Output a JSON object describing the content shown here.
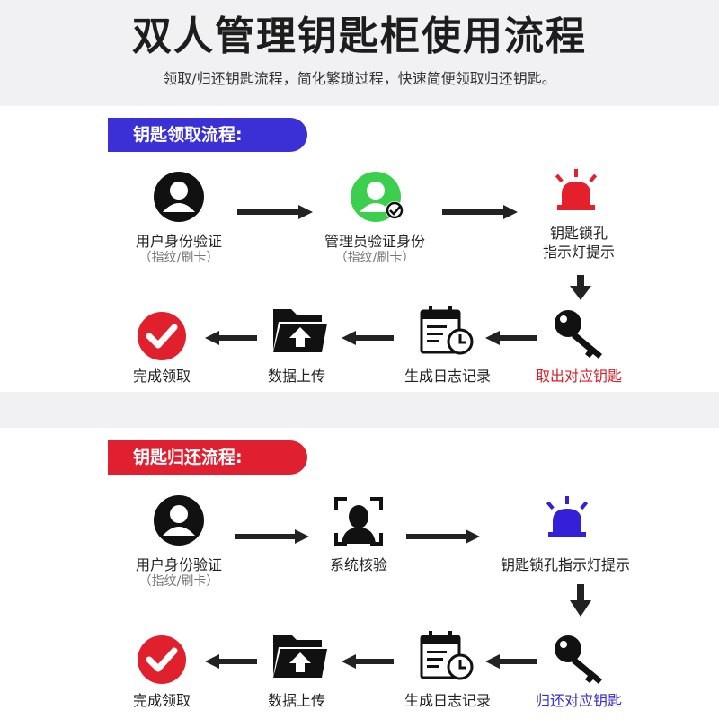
{
  "header": {
    "title": "双人管理钥匙柜使用流程",
    "subtitle": "领取/归还钥匙流程，简化繁琐过程，快速简便领取归还钥匙。"
  },
  "section1": {
    "heading": "钥匙领取流程:",
    "steps": {
      "user_verify": "用户身份验证",
      "user_verify_sub": "（指纹/刷卡）",
      "admin_verify": "管理员验证身份",
      "admin_verify_sub": "（指纹/刷卡）",
      "lock_light_line1": "钥匙锁孔",
      "lock_light_line2": "指示灯提示",
      "take_key": "取出对应钥匙",
      "log": "生成日志记录",
      "upload": "数据上传",
      "done": "完成领取"
    }
  },
  "section2": {
    "heading": "钥匙归还流程:",
    "steps": {
      "user_verify": "用户身份验证",
      "user_verify_sub": "（指纹/刷卡）",
      "system_check": "系统核验",
      "lock_light": "钥匙锁孔指示灯提示",
      "return_key": "归还对应钥匙",
      "log": "生成日志记录",
      "upload": "数据上传",
      "done": "完成领取"
    }
  },
  "colors": {
    "pill1": "#3b2fd6",
    "pill2": "#e02030",
    "alarm_red": "#e3202c",
    "alarm_blue": "#3420d8",
    "check_red": "#e0202c",
    "admin_green": "#3ccf4e"
  }
}
